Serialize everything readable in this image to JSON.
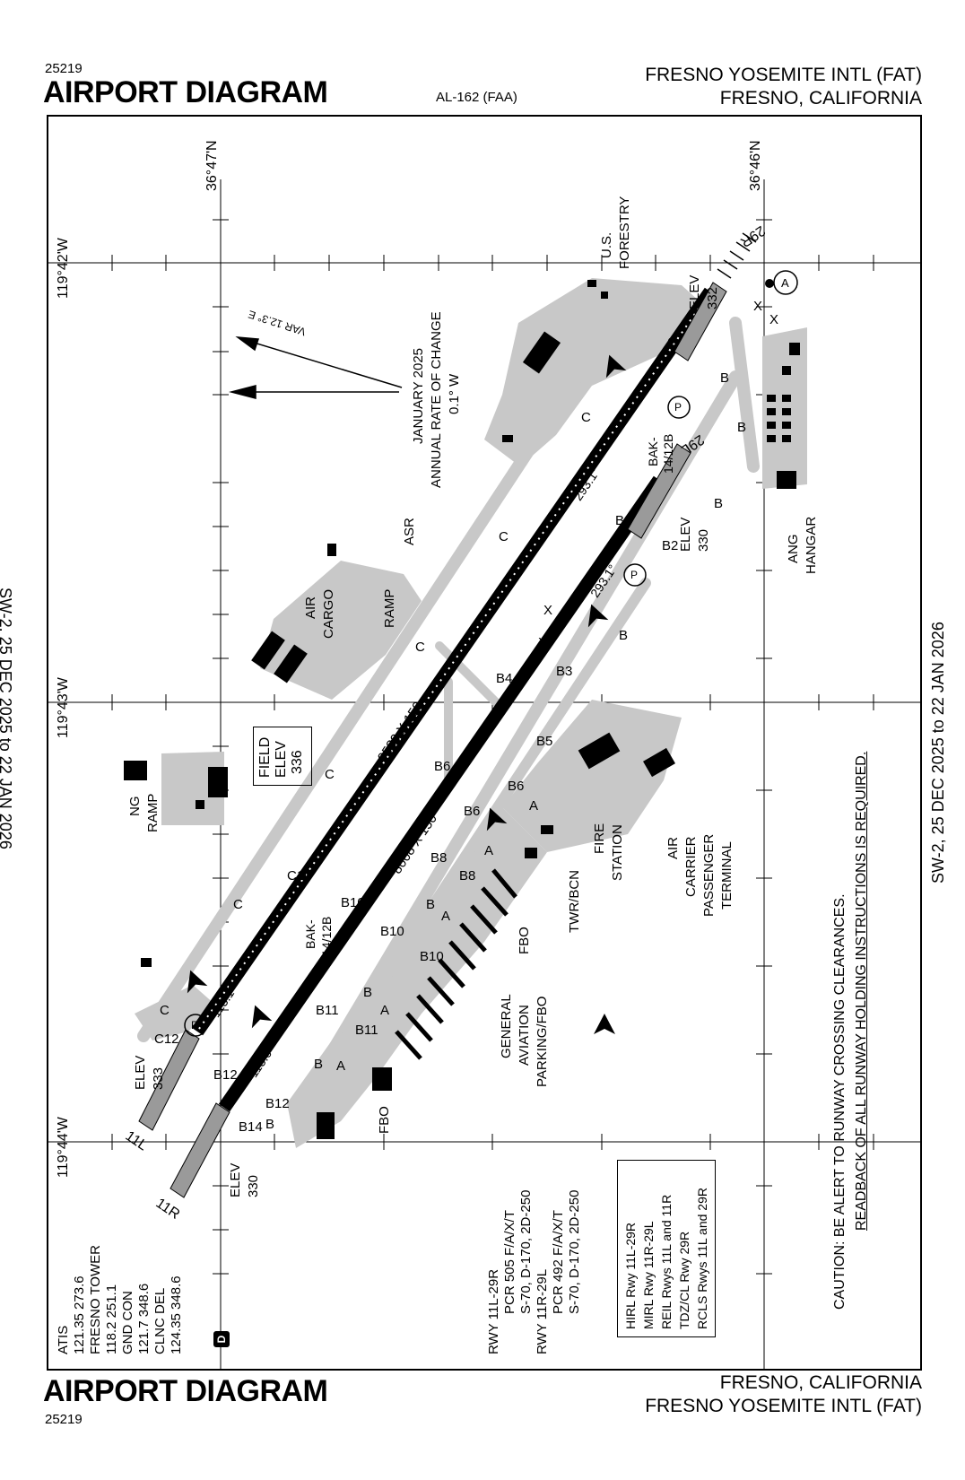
{
  "header": {
    "number_top": "25219",
    "title_top": "AIRPORT DIAGRAM",
    "doc_id": "AL-162 (FAA)",
    "airport_name_top": "FRESNO YOSEMITE INTL (FAT)",
    "location_top": "FRESNO, CALIFORNIA"
  },
  "footer": {
    "title_bottom": "AIRPORT DIAGRAM",
    "number_bottom": "25219",
    "location_bottom": "FRESNO, CALIFORNIA",
    "airport_name_bottom": "FRESNO YOSEMITE INTL (FAT)"
  },
  "margins": {
    "left_validity": "SW-2, 25 DEC 2025 to 22 JAN 2026",
    "right_validity": "SW-2, 25 DEC 2025 to 22 JAN 2026"
  },
  "coordinates": {
    "lat_left": "36°47'N",
    "lat_right": "36°46'N",
    "lon_top": "119°42'W",
    "lon_mid": "119°43'W",
    "lon_bottom": "119°44'W"
  },
  "magvar": {
    "var_label": "VAR 12.3° E",
    "rate_line1": "JANUARY 2025",
    "rate_line2": "ANNUAL RATE OF CHANGE",
    "rate_line3": "0.1° W"
  },
  "runways": {
    "rwy_29r": "29R",
    "rwy_29l": "29L",
    "rwy_11l": "11L",
    "rwy_11r": "11R",
    "dim_left": "9539 X 150",
    "dim_right": "8008 X 150",
    "heading_293_a": "293.1°",
    "heading_293_b": "293.1°",
    "heading_113_a": "113.1°",
    "heading_113_b": "113.0°",
    "bak_top": "BAK-",
    "bak_top2": "14/12B",
    "bak_bottom": "BAK-",
    "bak_bottom2": "14/12B"
  },
  "elevations": {
    "elev_29r": "ELEV",
    "elev_29r_val": "332",
    "elev_29l": "ELEV",
    "elev_29l_val": "330",
    "elev_11l": "ELEV",
    "elev_11l_val": "333",
    "elev_11r": "ELEV",
    "elev_11r_val": "330",
    "field_elev_1": "FIELD",
    "field_elev_2": "ELEV",
    "field_elev_3": "336"
  },
  "features": {
    "us_forestry_1": "U.S.",
    "us_forestry_2": "FORESTRY",
    "ang_1": "ANG",
    "ang_2": "HANGAR",
    "asr": "ASR",
    "air_cargo_1": "AIR",
    "air_cargo_2": "CARGO",
    "ramp": "RAMP",
    "ng_1": "NG",
    "ng_2": "RAMP",
    "fire_1": "FIRE",
    "fire_2": "STATION",
    "twr": "TWR/BCN",
    "air_carrier_1": "AIR",
    "air_carrier_2": "CARRIER",
    "air_carrier_3": "PASSENGER",
    "air_carrier_4": "TERMINAL",
    "fbo_a": "FBO",
    "fbo_b": "FBO",
    "ga_1": "GENERAL",
    "ga_2": "AVIATION",
    "ga_3": "PARKING/FBO"
  },
  "taxiways": [
    "A",
    "A",
    "A",
    "A",
    "A",
    "B",
    "B",
    "B",
    "B",
    "B",
    "B",
    "B",
    "C",
    "C",
    "C",
    "C",
    "C",
    "C",
    "C",
    "X",
    "X",
    "X",
    "X",
    "B2",
    "B2",
    "B3",
    "B4",
    "B5",
    "B6",
    "B6",
    "B6",
    "B8",
    "B8",
    "B10",
    "B10",
    "B10",
    "B11",
    "B11",
    "B12",
    "B12",
    "B14",
    "C10",
    "C12",
    "B"
  ],
  "frequencies": {
    "atis_label": "ATIS",
    "atis_freqs": "121.35 273.6",
    "tower_label": "FRESNO TOWER",
    "tower_freqs": "118.2 251.1",
    "gnd_label": "GND CON",
    "gnd_freqs": "121.7 348.6",
    "clnc_label": "CLNC DEL",
    "clnc_freqs": "124.35 348.6",
    "d_icon": "D"
  },
  "pcr": {
    "rwy1": "RWY 11L-29R",
    "rwy1_pcr": "PCR 505 F/A/X/T",
    "rwy1_wt": "S-70, D-170, 2D-250",
    "rwy2": "RWY 11R-29L",
    "rwy2_pcr": "PCR 492 F/A/X/T",
    "rwy2_wt": "S-70, D-170, 2D-250"
  },
  "lighting": {
    "l1": "HIRL Rwy 11L-29R",
    "l2": "MIRL Rwy 11R-29L",
    "l3": "REIL Rwys 11L and 11R",
    "l4": "TDZ/CL Rwy 29R",
    "l5": "RCLS Rwys 11L and 29R"
  },
  "caution": {
    "line1": "CAUTION: BE ALERT TO RUNWAY CROSSING CLEARANCES.",
    "line2": "READBACK OF ALL RUNWAY HOLDING INSTRUCTIONS IS REQUIRED."
  },
  "symbols": {
    "p": "P",
    "a_circle": "A"
  }
}
